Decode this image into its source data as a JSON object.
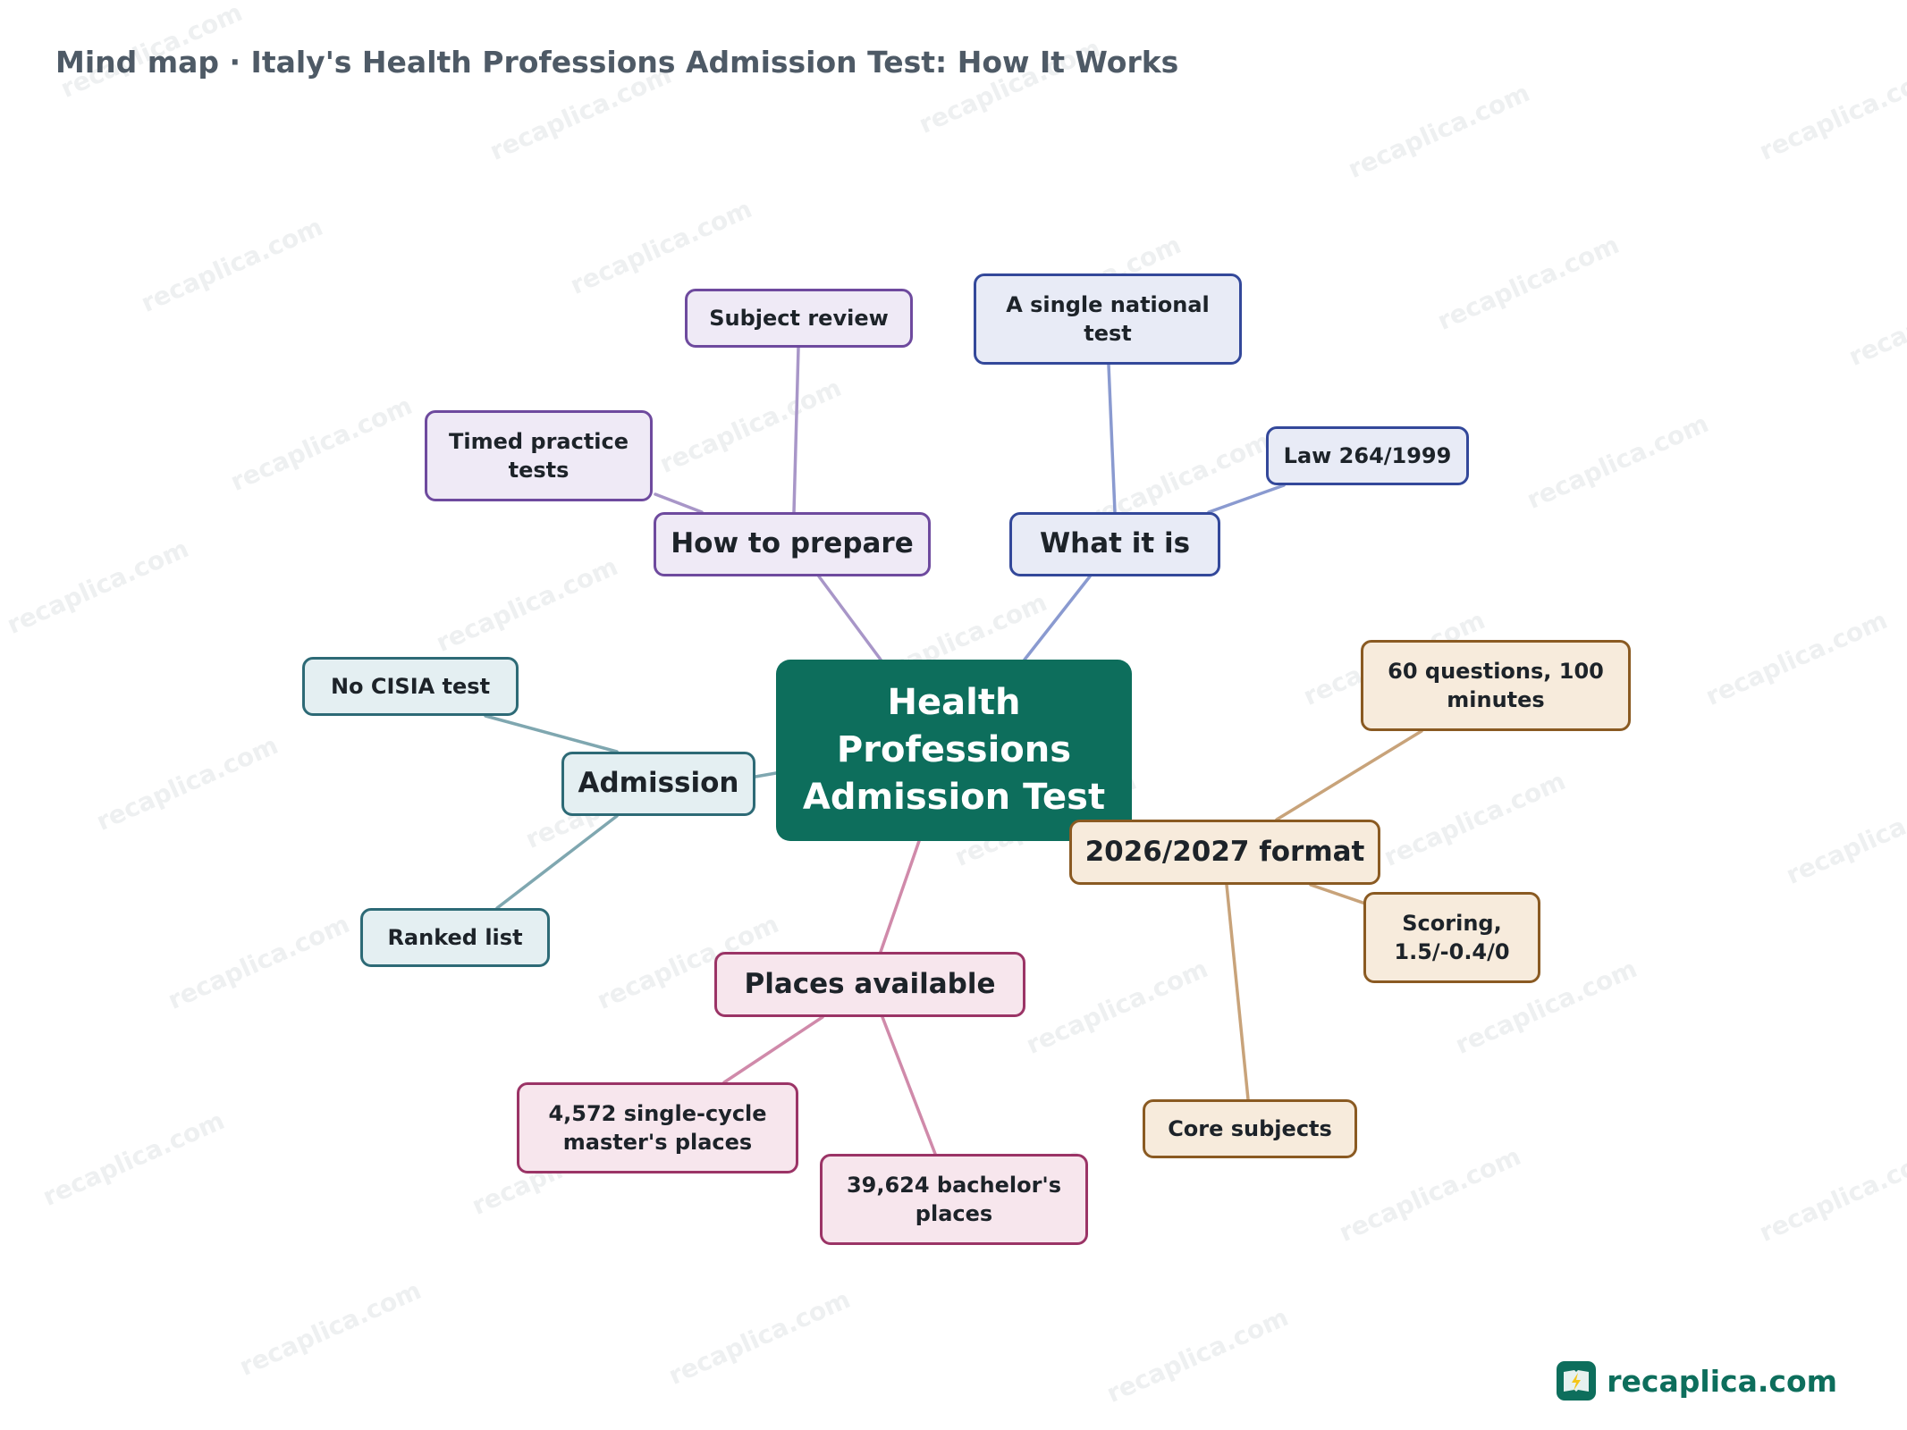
{
  "title": "Mind map · Italy's Health Professions Admission Test: How It Works",
  "watermark": "recaplica.com",
  "brand": {
    "name": "recaplica.com",
    "icon": "book-lightning-icon",
    "color": "#0d6e5c"
  },
  "center": {
    "label": "Health Professions Admission Test",
    "color": "#0d6e5c"
  },
  "branches": [
    {
      "key": "prepare",
      "label": "How to prepare",
      "theme": "purple",
      "color": "#6e4a9e",
      "children": [
        {
          "label": "Subject review"
        },
        {
          "label": "Timed practice tests"
        }
      ]
    },
    {
      "key": "what",
      "label": "What it is",
      "theme": "blue",
      "color": "#33489a",
      "children": [
        {
          "label": "A single national test"
        },
        {
          "label": "Law 264/1999"
        }
      ]
    },
    {
      "key": "admission",
      "label": "Admission",
      "theme": "teal",
      "color": "#2d6a76",
      "children": [
        {
          "label": "No CISIA test"
        },
        {
          "label": "Ranked list"
        }
      ]
    },
    {
      "key": "places",
      "label": "Places available",
      "theme": "pink",
      "color": "#9b3466",
      "children": [
        {
          "label": "4,572 single-cycle master's places"
        },
        {
          "label": "39,624 bachelor's places"
        }
      ]
    },
    {
      "key": "format",
      "label": "2026/2027 format",
      "theme": "tan",
      "color": "#8a5a22",
      "children": [
        {
          "label": "60 questions, 100 minutes"
        },
        {
          "label": "Scoring, 1.5/-0.4/0"
        },
        {
          "label": "Core subjects"
        }
      ]
    }
  ]
}
